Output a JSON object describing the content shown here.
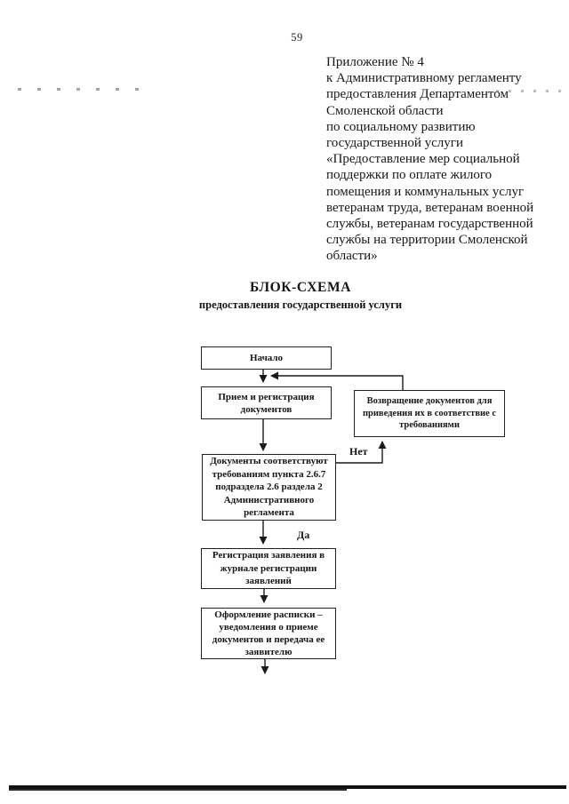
{
  "colors": {
    "paper": "#ffffff",
    "ink": "#1a1a1a"
  },
  "page": {
    "number": "59"
  },
  "header": {
    "lines": [
      "Приложение № 4",
      "к Административному регламенту",
      "предоставления Департаментом",
      "Смоленской области",
      "по социальному развитию",
      "государственной услуги",
      "«Предоставление мер социальной",
      "поддержки по оплате жилого",
      "помещения и коммунальных услуг",
      "ветеранам труда, ветеранам военной",
      "службы, ветеранам государственной",
      "службы на территории Смоленской",
      "области»"
    ]
  },
  "title": {
    "main": "БЛОК-СХЕМА",
    "sub": "предоставления государственной услуги"
  },
  "flowchart": {
    "nodes": {
      "start": {
        "label": "Начало"
      },
      "receive": {
        "label": "Прием и регистрация документов"
      },
      "return_docs": {
        "label": "Возвращение документов для приведения их в соответствие с требованиями"
      },
      "decision": {
        "label": "Документы соответствуют требованиям пункта 2.6.7 подраздела 2.6 раздела 2 Административного регламента"
      },
      "register": {
        "label": "Регистрация заявления в журнале регистрации заявлений"
      },
      "receipt": {
        "label": "Оформление расписки – уведомления о приеме документов и передача ее заявителю"
      }
    },
    "edge_labels": {
      "no": "Нет",
      "yes": "Да"
    }
  }
}
